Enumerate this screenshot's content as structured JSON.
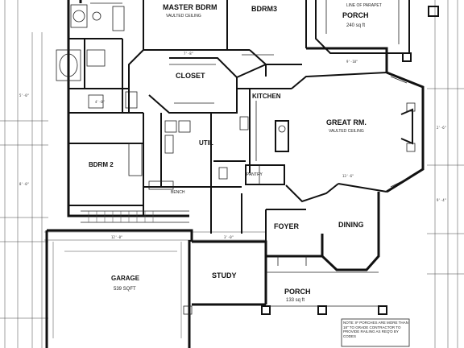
{
  "rooms": {
    "master_bdrm": "MASTER BDRM",
    "master_ceiling": "VAULTED CEILING",
    "bdrm3": "BDRM3",
    "porch_top": "PORCH",
    "porch_top_area": "240 sq ft",
    "closet": "CLOSET",
    "kitchen": "KITCHEN",
    "great_rm": "GREAT RM.",
    "great_ceiling": "VAULTED CEILING",
    "bdrm2": "BDRM 2",
    "util": "UTIL",
    "foyer": "FOYER",
    "dining": "DINING",
    "garage": "GARAGE",
    "garage_area": "539 SQFT",
    "study": "STUDY",
    "porch_front": "PORCH",
    "porch_front_area": "133 sq ft",
    "bench": "BENCH",
    "pantry": "PANTRY"
  },
  "notes": {
    "top_note": "LINE OF PARAPET",
    "bottom_note": "NOTE: IF PORCHES ARE MORE THAN 18\" TO GRADE CONTRACTOR TO PROVIDE RAILING AS REQ'D BY CODES"
  },
  "dimensions": {
    "d1": "7'-8\"",
    "d2": "9'-10\"",
    "d3": "4'-0\"",
    "d4": "13'-6\"",
    "d5": "5'-0\"",
    "d6": "8'-0\"",
    "d7": "2'-6\"",
    "d8": "9'-4\"",
    "d9": "12'-0\"",
    "d10": "3'-0\""
  }
}
